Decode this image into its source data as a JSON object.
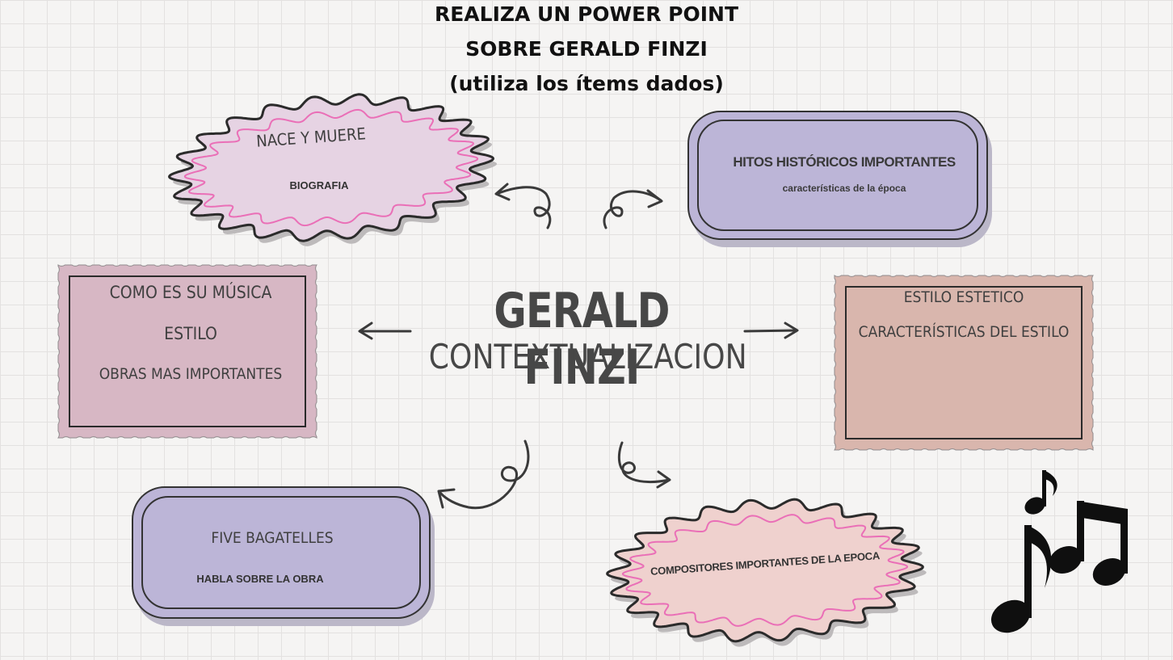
{
  "header": {
    "line1": "REALIZA UN POWER POINT",
    "line2": "SOBRE GERALD FINZI",
    "line3": "(utiliza los ítems dados)"
  },
  "center": {
    "title": "GERALD FINZI",
    "subtitle": "CONTEXTUALIZACION"
  },
  "nodes": {
    "biografia": {
      "heading": "NACE Y MUERE",
      "sub": "BIOGRAFIA"
    },
    "hitos": {
      "heading": "HITOS HISTÓRICOS IMPORTANTES",
      "sub": "características de la época"
    },
    "musica": {
      "line1": "COMO ES SU MÚSICA",
      "line2": "ESTILO",
      "line3": "OBRAS MAS IMPORTANTES"
    },
    "estetico": {
      "line1": "ESTILO ESTETICO",
      "line2": "CARACTERÍSTICAS DEL ESTILO"
    },
    "bagatelles": {
      "heading": "FIVE BAGATELLES",
      "sub": "HABLA SOBRE LA OBRA"
    },
    "compositores": {
      "heading": "COMPOSITORES IMPORTANTES DE LA EPOCA"
    }
  },
  "colors": {
    "cloud_pink": "#e6d3e3",
    "lavender": "#bcb5d7",
    "stamp_mauve": "#d7b7c4",
    "stamp_rose": "#d9b6ad",
    "cloud_peach": "#efd1ce",
    "accent_pink": "#ea6fb7",
    "ink": "#3a3a3a"
  },
  "icons": [
    "music-notes-icon"
  ]
}
